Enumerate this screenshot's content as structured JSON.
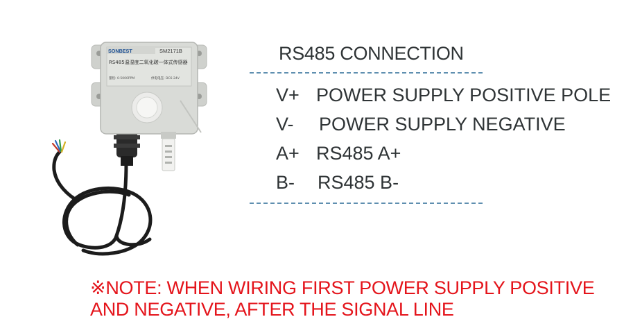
{
  "device": {
    "brand_logo": "SONBEST",
    "model": "SM2171B",
    "name": "RS485温湿度二氧化碳一体式传感器",
    "range": "量程: 0-5000PPM",
    "supply": "供电电压: DC6-24V"
  },
  "connection": {
    "title": "RS485 CONNECTION",
    "pins": [
      {
        "code": "V+",
        "desc": "POWER SUPPLY POSITIVE POLE"
      },
      {
        "code": "V-",
        "desc": "POWER SUPPLY NEGATIVE"
      },
      {
        "code": "A+",
        "desc": "RS485 A+"
      },
      {
        "code": "B-",
        "desc": "RS485 B-"
      }
    ]
  },
  "note": {
    "line1": "※NOTE: WHEN WIRING FIRST POWER SUPPLY POSITIVE",
    "line2": "AND NEGATIVE, AFTER THE SIGNAL LINE"
  },
  "colors": {
    "text": "#2f3436",
    "dash": "#5f8fb0",
    "note": "#e4141b",
    "housing": "#d9dbd7"
  }
}
